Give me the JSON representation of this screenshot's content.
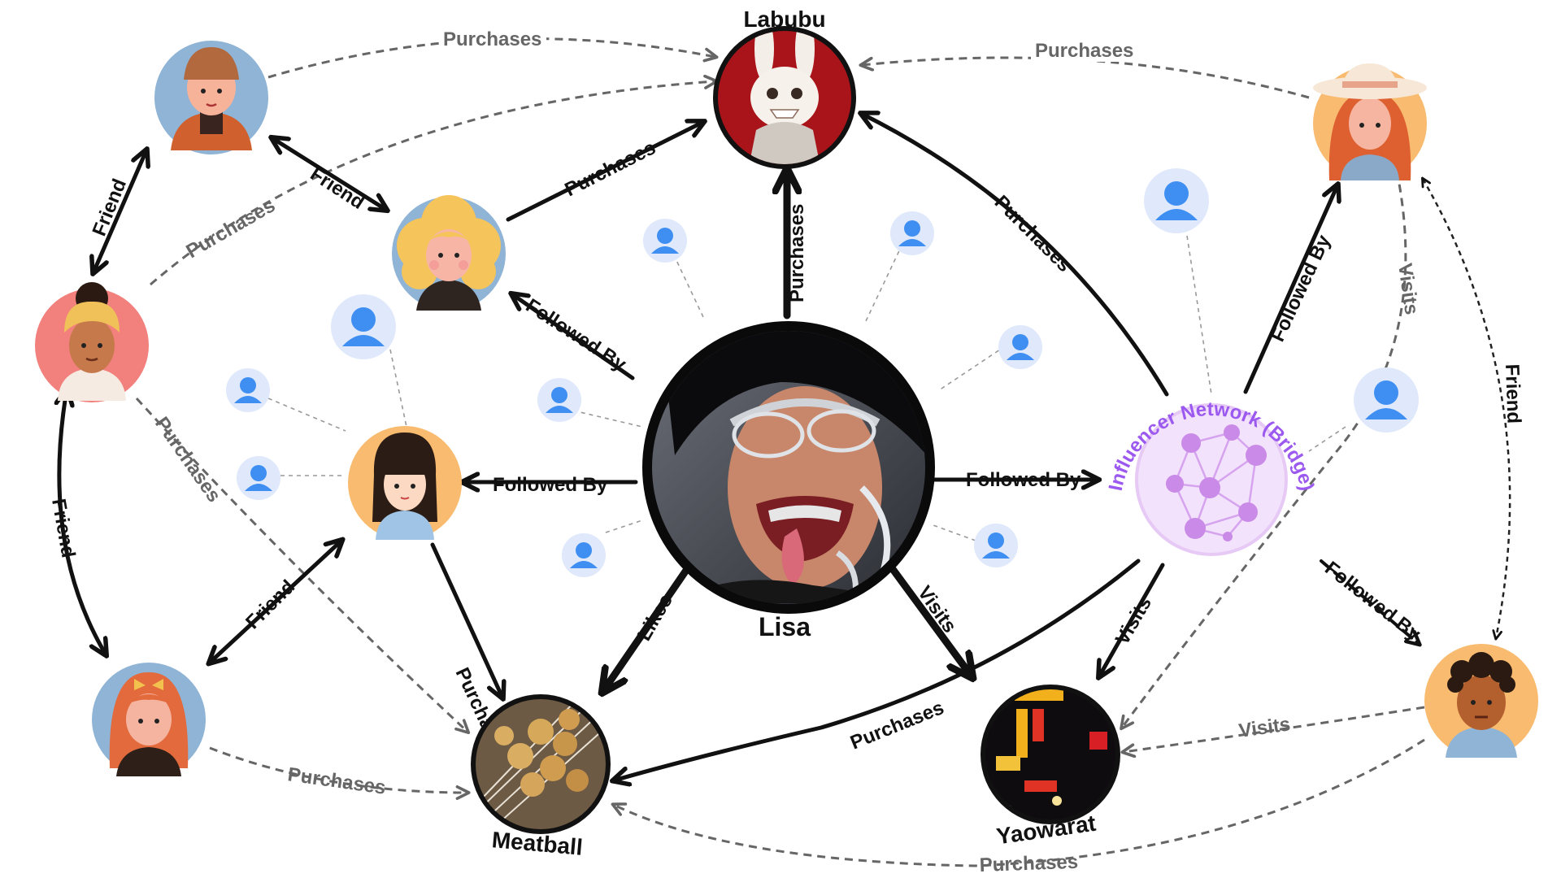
{
  "nodes": {
    "center": "Lisa",
    "product": "Labubu",
    "food": "Meatball",
    "place": "Yaowarat",
    "bridge": "Influencer Network (Bridge)"
  },
  "edges": {
    "purchases": "Purchases",
    "followed_by": "Followed By",
    "friend": "Friend",
    "likes": "Likes",
    "visits": "Visits"
  },
  "colors": {
    "strong_edge": "#111111",
    "weak_edge": "#666666",
    "bridge_accent": "#9b59f0",
    "follower_icon": "#3f8ef2",
    "follower_bg": "#dfe9fb"
  }
}
